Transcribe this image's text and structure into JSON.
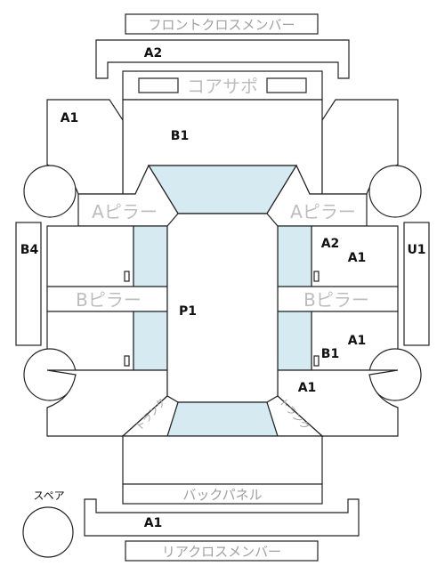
{
  "labels": {
    "front_cross_member": "フロントクロスメンバー",
    "a_pillar": "Aピラー",
    "b_pillar": "Bピラー",
    "core_support": "コアサポ",
    "back_panel": "バックパネル",
    "rear_cross_member": "リアクロスメンバー",
    "spare": "スペア",
    "trunk": "トランク"
  },
  "codes": {
    "front_cross_member": "A2",
    "front_left_fender": "A1",
    "hood": "B1",
    "left_body_side": "B4",
    "right_body_side": "U1",
    "right_front_door": "A2",
    "right_front_door_2": "A1",
    "right_rear_door": "A1",
    "right_rear_door_2": "B1",
    "right_quarter": "A1",
    "roof": "P1",
    "rear_bumper": "A1"
  },
  "colors": {
    "glass": "#d5eaf1",
    "outline": "#222222",
    "label_grey": "#bdbdbd"
  }
}
